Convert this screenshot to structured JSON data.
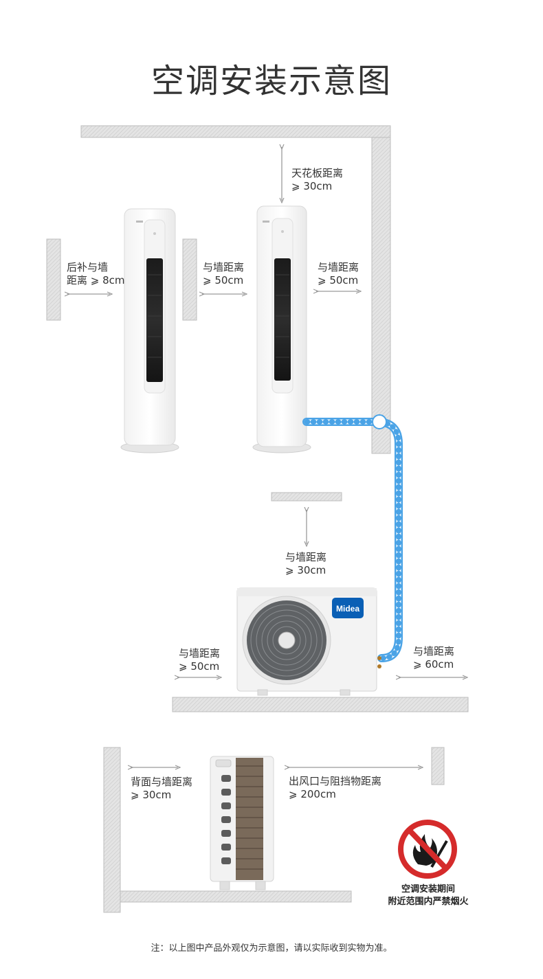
{
  "title": "空调安装示意图",
  "labels": {
    "ceiling": {
      "line1": "天花板距离",
      "line2": "⩾ 30cm"
    },
    "back_wall_indoor": {
      "line1": "后补与墙",
      "line2": "距离 ⩾ 8cm"
    },
    "side_wall_left": {
      "line1": "与墙距离",
      "line2": "⩾ 50cm"
    },
    "side_wall_right": {
      "line1": "与墙距离",
      "line2": "⩾ 50cm"
    },
    "outdoor_top": {
      "line1": "与墙距离",
      "line2": "⩾ 30cm"
    },
    "outdoor_left": {
      "line1": "与墙距离",
      "line2": "⩾ 50cm"
    },
    "outdoor_right": {
      "line1": "与墙距离",
      "line2": "⩾ 60cm"
    },
    "outdoor_back": {
      "line1": "背面与墙距离",
      "line2": "⩾ 30cm"
    },
    "outdoor_front": {
      "line1": "出风口与阻挡物距离",
      "line2": "⩾ 200cm"
    }
  },
  "brand": "Midea",
  "warning": {
    "line1": "空调安装期间",
    "line2": "附近范围内严禁烟火"
  },
  "note": "注：以上图中产品外观仅为示意图，请以实际收到实物为准。",
  "colors": {
    "pipe": "#4aa3e6",
    "brand_blue": "#0a5fb5",
    "warning_red": "#d52b2b",
    "wall": "#d8d8d8"
  }
}
